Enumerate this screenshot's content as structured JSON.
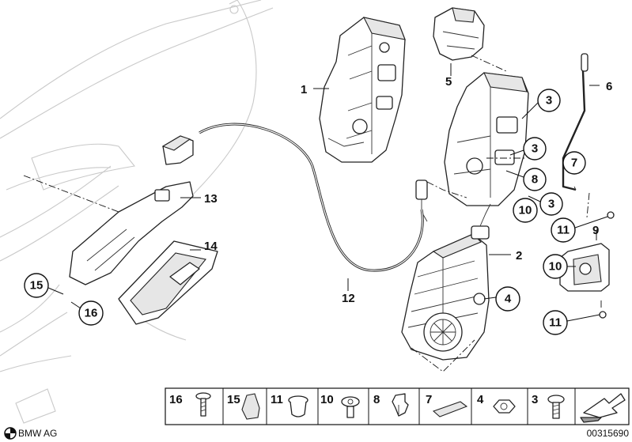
{
  "callouts": {
    "c1": "1",
    "c2": "2",
    "c3a": "3",
    "c3b": "3",
    "c3c": "3",
    "c4": "4",
    "c5": "5",
    "c6": "6",
    "c7": "7",
    "c8": "8",
    "c9": "9",
    "c10a": "10",
    "c10b": "10",
    "c11a": "11",
    "c11b": "11",
    "c12": "12",
    "c13": "13",
    "c14": "14",
    "c15": "15",
    "c16": "16"
  },
  "legend": [
    "16",
    "15",
    "11",
    "10",
    "8",
    "7",
    "4",
    "3"
  ],
  "footer": {
    "brand": "BMW AG",
    "drawing_number": "00315690"
  },
  "icons": {
    "arrow": "nav-arrow-icon",
    "logo": "bmw-roundel-icon"
  }
}
